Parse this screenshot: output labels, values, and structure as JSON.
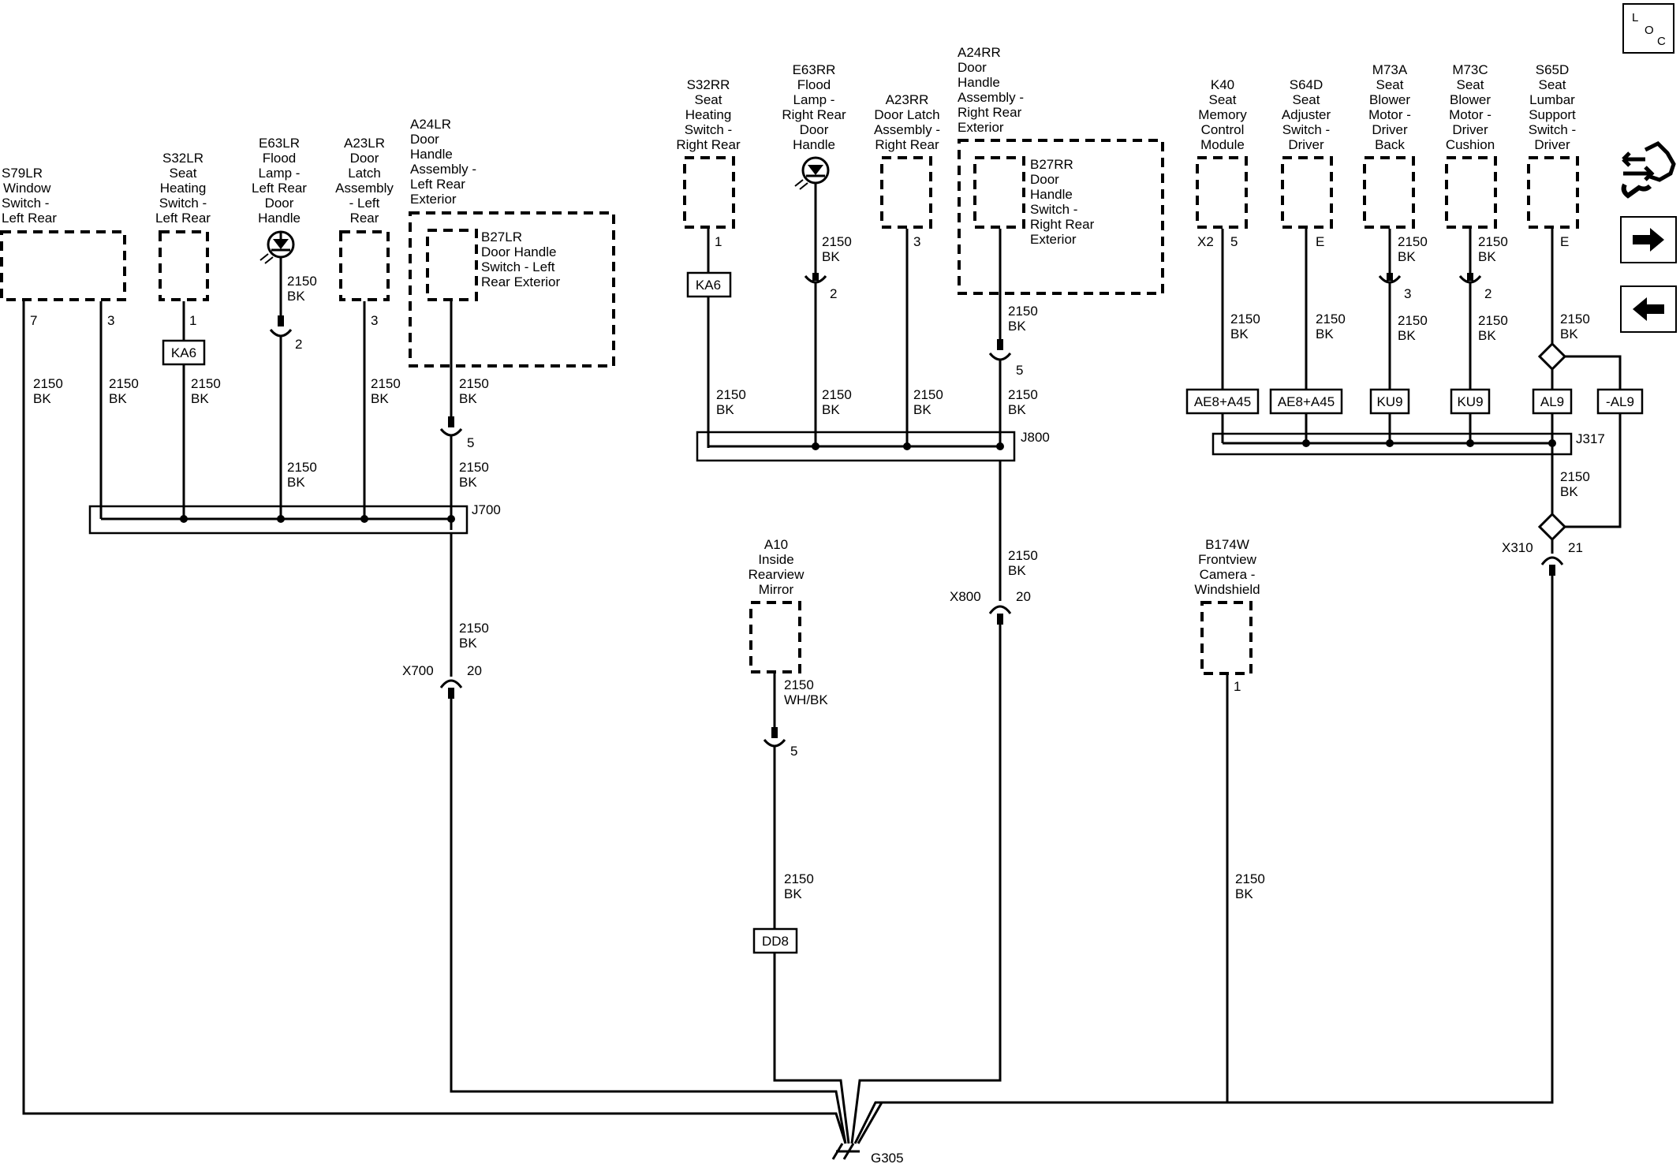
{
  "components": {
    "s79lr": [
      "S79LR",
      "Window",
      "Switch -",
      "Left Rear"
    ],
    "s32lr": [
      "S32LR",
      "Seat",
      "Heating",
      "Switch -",
      "Left Rear"
    ],
    "e63lr": [
      "E63LR",
      "Flood",
      "Lamp -",
      "Left Rear",
      "Door",
      "Handle"
    ],
    "a23lr": [
      "A23LR",
      "Door",
      "Latch",
      "Assembly",
      "- Left",
      "Rear"
    ],
    "a24lr": [
      "A24LR",
      "Door",
      "Handle",
      "Assembly -",
      "Left Rear",
      "Exterior"
    ],
    "b27lr": [
      "B27LR",
      "Door Handle",
      "Switch - Left",
      "Rear Exterior"
    ],
    "s32rr": [
      "S32RR",
      "Seat",
      "Heating",
      "Switch -",
      "Right Rear"
    ],
    "e63rr": [
      "E63RR",
      "Flood",
      "Lamp -",
      "Right Rear",
      "Door",
      "Handle"
    ],
    "a23rr": [
      "A23RR",
      "Door Latch",
      "Assembly -",
      "Right Rear"
    ],
    "a24rr": [
      "A24RR",
      "Door",
      "Handle",
      "Assembly -",
      "Right Rear",
      "Exterior"
    ],
    "b27rr": [
      "B27RR",
      "Door",
      "Handle",
      "Switch -",
      "Right Rear",
      "Exterior"
    ],
    "k40": [
      "K40",
      "Seat",
      "Memory",
      "Control",
      "Module"
    ],
    "s64d": [
      "S64D",
      "Seat",
      "Adjuster",
      "Switch -",
      "Driver"
    ],
    "m73a": [
      "M73A",
      "Seat",
      "Blower",
      "Motor -",
      "Driver",
      "Back"
    ],
    "m73c": [
      "M73C",
      "Seat",
      "Blower",
      "Motor -",
      "Driver",
      "Cushion"
    ],
    "s65d": [
      "S65D",
      "Seat",
      "Lumbar",
      "Support",
      "Switch -",
      "Driver"
    ],
    "a10": [
      "A10",
      "Inside",
      "Rearview",
      "Mirror"
    ],
    "b174w": [
      "B174W",
      "Frontview",
      "Camera -",
      "Windshield"
    ]
  },
  "wires": {
    "ckt_bk": [
      "2150",
      "BK"
    ],
    "ckt_whbk": [
      "2150",
      "WH/BK"
    ]
  },
  "pins": {
    "p7": "7",
    "p3": "3",
    "p1": "1",
    "p2": "2",
    "p5": "5",
    "p20": "20",
    "p21": "21",
    "pX2": "X2",
    "pE": "E"
  },
  "options": {
    "ka6": "KA6",
    "dd8": "DD8",
    "ae8a45": "AE8+A45",
    "ku9": "KU9",
    "al9": "AL9",
    "nal9": "-AL9"
  },
  "splices": {
    "j700": "J700",
    "j800": "J800",
    "j317": "J317"
  },
  "connectors": {
    "x700": "X700",
    "x800": "X800",
    "x310": "X310"
  },
  "ground": "G305",
  "nav": {
    "loc_letters": [
      "L",
      "O",
      "C"
    ],
    "next_icon": "arrow-right-icon",
    "prev_icon": "arrow-left-icon",
    "tools_icon": "gear-wrench-icon"
  }
}
